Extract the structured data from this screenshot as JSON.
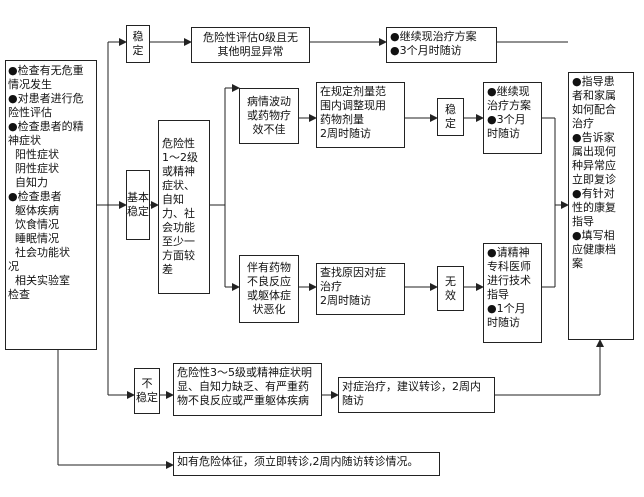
{
  "left_box": {
    "lines": [
      "●检查有无危重",
      "情况发生",
      "●对患者进行危",
      "险性评估",
      "●检查患者的精",
      "神症状",
      "  阳性症状",
      "  阴性症状",
      "  自知力",
      "●检查患者",
      "  躯体疾病",
      "  饮食情况",
      "  睡眠情况",
      "  社会功能状",
      "况",
      "  相关实验室",
      "检查"
    ]
  },
  "stable": {
    "lines": [
      "稳",
      "定"
    ]
  },
  "basic_stable": {
    "lines": [
      "基本",
      "稳定"
    ]
  },
  "unstable": {
    "lines": [
      "不",
      "稳定"
    ]
  },
  "stable_eval": {
    "lines": [
      "危险性评估0级且无",
      "其他明显异常"
    ]
  },
  "stable_plan": {
    "lines": [
      "●继续现治疗方案",
      "●3个月时随访"
    ]
  },
  "basic_eval": {
    "lines": [
      "危险性",
      "1～2级",
      "或精神",
      "症状、",
      "自知",
      "力、社",
      "会功能",
      "至少一",
      "方面较",
      "差"
    ]
  },
  "fluct": {
    "lines": [
      "病情波动",
      "或药物疗",
      "效不佳"
    ]
  },
  "adjust": {
    "lines": [
      "在规定剂量范",
      "围内调整现用",
      "药物剂量",
      "2周时随访"
    ]
  },
  "stable2": {
    "lines": [
      "稳",
      "定"
    ]
  },
  "cont2": {
    "lines": [
      "●继续现",
      "治疗方案",
      "●3个月",
      "时随访"
    ]
  },
  "adverse": {
    "lines": [
      "伴有药物",
      "不良反应",
      "或躯体症",
      "状恶化"
    ]
  },
  "find_cause": {
    "lines": [
      "查找原因对症",
      "治疗",
      "2周时随访"
    ]
  },
  "ineffective": {
    "lines": [
      "无",
      "效"
    ]
  },
  "invite": {
    "lines": [
      "●请精神",
      "专科医师",
      "进行技术",
      "指导",
      "●1个月",
      "时随访"
    ]
  },
  "unstable_eval": {
    "lines": [
      "危险性3～5级或精神症状明",
      "显、自知力缺乏、有严重药",
      "物不良反应或严重躯体疾病"
    ]
  },
  "symptomatic": {
    "lines": [
      "对症治疗，建议转诊，2周内",
      "随访"
    ]
  },
  "danger": {
    "lines": [
      "如有危险体征，须立即转诊,2周内随访转诊情况。"
    ]
  },
  "guide": {
    "lines": [
      "●指导患",
      "者和家属",
      "如何配合",
      "治疗",
      "●告诉家",
      "属出现何",
      "种异常应",
      "立即复诊",
      "●有针对",
      "性的康复",
      "指导",
      "●填写相",
      "应健康档",
      "案"
    ]
  },
  "colors": {
    "line": "#222222",
    "background": "#ffffff"
  }
}
